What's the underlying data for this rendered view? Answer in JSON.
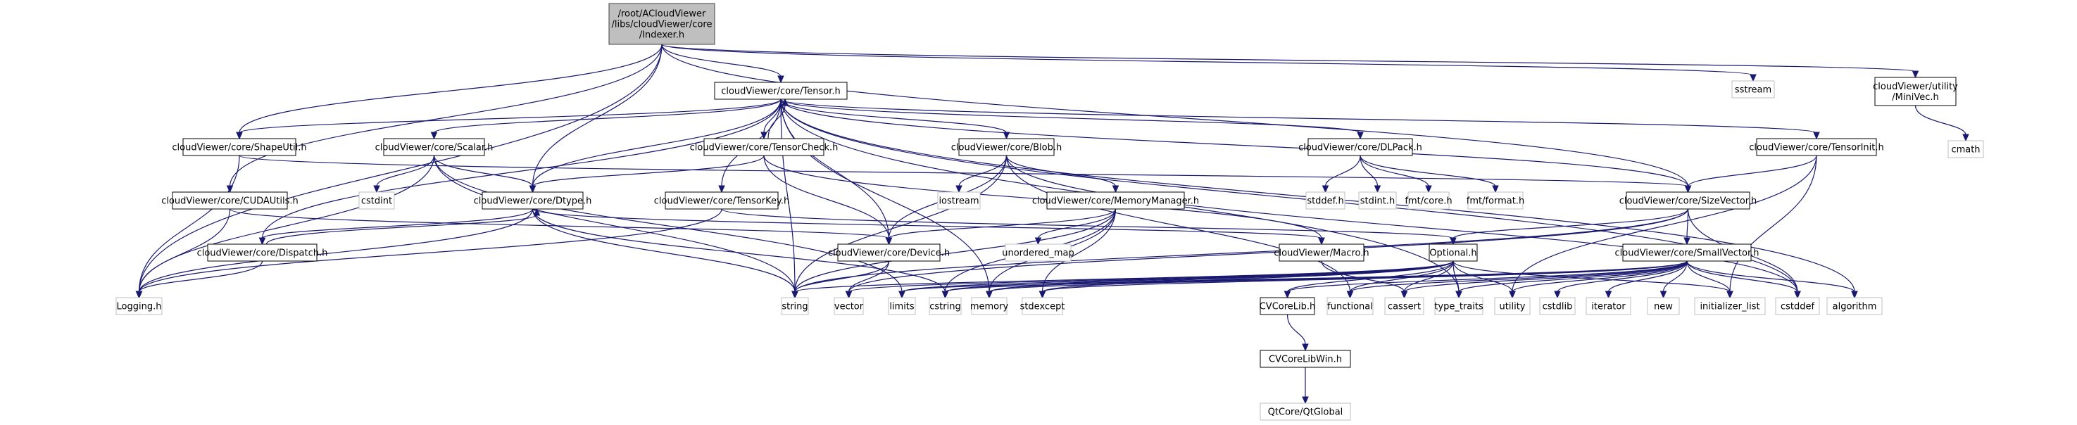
{
  "title": "Include dependency graph for Indexer.h",
  "colors": {
    "edge": "#191970",
    "root_fill": "#bfbfbf",
    "root_border": "#404040",
    "internal_border": "#000000",
    "external_border": "#bfbfbf",
    "node_fill": "#ffffff"
  },
  "nodes": [
    {
      "id": "indexer",
      "label": [
        "/root/ACloudViewer",
        "/libs/cloudViewer/core",
        "/Indexer.h"
      ],
      "kind": "root"
    },
    {
      "id": "tensor",
      "label": [
        "cloudViewer/core/Tensor.h"
      ],
      "kind": "internal"
    },
    {
      "id": "sstream",
      "label": [
        "sstream"
      ],
      "kind": "external"
    },
    {
      "id": "minivec",
      "label": [
        "cloudViewer/utility",
        "/MiniVec.h"
      ],
      "kind": "internal"
    },
    {
      "id": "cmath",
      "label": [
        "cmath"
      ],
      "kind": "external"
    },
    {
      "id": "shapeutil",
      "label": [
        "cloudViewer/core/ShapeUtil.h"
      ],
      "kind": "internal"
    },
    {
      "id": "scalar",
      "label": [
        "cloudViewer/core/Scalar.h"
      ],
      "kind": "internal"
    },
    {
      "id": "tensorcheck",
      "label": [
        "cloudViewer/core/TensorCheck.h"
      ],
      "kind": "internal"
    },
    {
      "id": "blob",
      "label": [
        "cloudViewer/core/Blob.h"
      ],
      "kind": "internal"
    },
    {
      "id": "dlpack",
      "label": [
        "cloudViewer/core/DLPack.h"
      ],
      "kind": "internal"
    },
    {
      "id": "tensorinit",
      "label": [
        "cloudViewer/core/TensorInit.h"
      ],
      "kind": "internal"
    },
    {
      "id": "cudautils",
      "label": [
        "cloudViewer/core/CUDAUtils.h"
      ],
      "kind": "internal"
    },
    {
      "id": "cstdint",
      "label": [
        "cstdint"
      ],
      "kind": "external"
    },
    {
      "id": "dtype",
      "label": [
        "cloudViewer/core/Dtype.h"
      ],
      "kind": "internal"
    },
    {
      "id": "tensorkey",
      "label": [
        "cloudViewer/core/TensorKey.h"
      ],
      "kind": "internal"
    },
    {
      "id": "iostream",
      "label": [
        "iostream"
      ],
      "kind": "external"
    },
    {
      "id": "memorymanager",
      "label": [
        "cloudViewer/core/MemoryManager.h"
      ],
      "kind": "internal"
    },
    {
      "id": "stddef_h",
      "label": [
        "stddef.h"
      ],
      "kind": "external"
    },
    {
      "id": "stdint_h",
      "label": [
        "stdint.h"
      ],
      "kind": "external"
    },
    {
      "id": "fmtcore",
      "label": [
        "fmt/core.h"
      ],
      "kind": "external"
    },
    {
      "id": "fmtformat",
      "label": [
        "fmt/format.h"
      ],
      "kind": "external"
    },
    {
      "id": "sizevector",
      "label": [
        "cloudViewer/core/SizeVector.h"
      ],
      "kind": "internal"
    },
    {
      "id": "dispatch",
      "label": [
        "cloudViewer/core/Dispatch.h"
      ],
      "kind": "internal"
    },
    {
      "id": "device",
      "label": [
        "cloudViewer/core/Device.h"
      ],
      "kind": "internal"
    },
    {
      "id": "unordered_map",
      "label": [
        "unordered_map"
      ],
      "kind": "external"
    },
    {
      "id": "macro",
      "label": [
        "cloudViewer/Macro.h"
      ],
      "kind": "internal"
    },
    {
      "id": "optional",
      "label": [
        "Optional.h"
      ],
      "kind": "internal"
    },
    {
      "id": "smallvector",
      "label": [
        "cloudViewer/core/SmallVector.h"
      ],
      "kind": "internal"
    },
    {
      "id": "logging",
      "label": [
        "Logging.h"
      ],
      "kind": "external"
    },
    {
      "id": "string",
      "label": [
        "string"
      ],
      "kind": "external"
    },
    {
      "id": "vector",
      "label": [
        "vector"
      ],
      "kind": "external"
    },
    {
      "id": "limits",
      "label": [
        "limits"
      ],
      "kind": "external"
    },
    {
      "id": "cstring",
      "label": [
        "cstring"
      ],
      "kind": "external"
    },
    {
      "id": "memory",
      "label": [
        "memory"
      ],
      "kind": "external"
    },
    {
      "id": "stdexcept",
      "label": [
        "stdexcept"
      ],
      "kind": "external"
    },
    {
      "id": "cvcorelib",
      "label": [
        "CVCoreLib.h"
      ],
      "kind": "internal"
    },
    {
      "id": "functional",
      "label": [
        "functional"
      ],
      "kind": "external"
    },
    {
      "id": "cassert",
      "label": [
        "cassert"
      ],
      "kind": "external"
    },
    {
      "id": "type_traits",
      "label": [
        "type_traits"
      ],
      "kind": "external"
    },
    {
      "id": "utility",
      "label": [
        "utility"
      ],
      "kind": "external"
    },
    {
      "id": "cstdlib",
      "label": [
        "cstdlib"
      ],
      "kind": "external"
    },
    {
      "id": "iterator",
      "label": [
        "iterator"
      ],
      "kind": "external"
    },
    {
      "id": "new",
      "label": [
        "new"
      ],
      "kind": "external"
    },
    {
      "id": "initializer_list",
      "label": [
        "initializer_list"
      ],
      "kind": "external"
    },
    {
      "id": "cstddef",
      "label": [
        "cstddef"
      ],
      "kind": "external"
    },
    {
      "id": "algorithm",
      "label": [
        "algorithm"
      ],
      "kind": "external"
    },
    {
      "id": "cvcorelibwin",
      "label": [
        "CVCoreLibWin.h"
      ],
      "kind": "internal"
    },
    {
      "id": "qtglobal",
      "label": [
        "QtCore/QtGlobal"
      ],
      "kind": "external"
    }
  ],
  "edges": [
    [
      "indexer",
      "tensor"
    ],
    [
      "indexer",
      "sstream"
    ],
    [
      "indexer",
      "minivec"
    ],
    [
      "indexer",
      "shapeutil"
    ],
    [
      "indexer",
      "cudautils"
    ],
    [
      "indexer",
      "dtype"
    ],
    [
      "indexer",
      "sizevector"
    ],
    [
      "indexer",
      "logging"
    ],
    [
      "minivec",
      "cmath"
    ],
    [
      "tensor",
      "shapeutil"
    ],
    [
      "tensor",
      "scalar"
    ],
    [
      "tensor",
      "tensorcheck"
    ],
    [
      "tensor",
      "blob"
    ],
    [
      "tensor",
      "dlpack"
    ],
    [
      "tensor",
      "tensorinit"
    ],
    [
      "tensor",
      "dtype"
    ],
    [
      "tensor",
      "tensorkey"
    ],
    [
      "tensor",
      "device"
    ],
    [
      "tensor",
      "sizevector"
    ],
    [
      "tensor",
      "dispatch"
    ],
    [
      "tensor",
      "string"
    ],
    [
      "tensor",
      "cstddef"
    ],
    [
      "tensor",
      "algorithm"
    ],
    [
      "tensor",
      "type_traits"
    ],
    [
      "tensor",
      "memory"
    ],
    [
      "tensorcheck",
      "tensor"
    ],
    [
      "tensorcheck",
      "dtype"
    ],
    [
      "tensorcheck",
      "device"
    ],
    [
      "tensorcheck",
      "macro"
    ],
    [
      "shapeutil",
      "logging"
    ],
    [
      "shapeutil",
      "sizevector"
    ],
    [
      "scalar",
      "cstdint"
    ],
    [
      "scalar",
      "dtype"
    ],
    [
      "scalar",
      "logging"
    ],
    [
      "scalar",
      "string"
    ],
    [
      "scalar",
      "limits"
    ],
    [
      "blob",
      "iostream"
    ],
    [
      "blob",
      "memorymanager"
    ],
    [
      "blob",
      "device"
    ],
    [
      "blob",
      "string"
    ],
    [
      "blob",
      "functional"
    ],
    [
      "blob",
      "cstddef"
    ],
    [
      "dlpack",
      "stddef_h"
    ],
    [
      "dlpack",
      "stdint_h"
    ],
    [
      "dlpack",
      "fmtcore"
    ],
    [
      "dlpack",
      "fmtformat"
    ],
    [
      "tensorinit",
      "sizevector"
    ],
    [
      "tensorinit",
      "initializer_list"
    ],
    [
      "tensorinit",
      "utility"
    ],
    [
      "cudautils",
      "logging"
    ],
    [
      "cudautils",
      "device"
    ],
    [
      "dtype",
      "dispatch"
    ],
    [
      "dtype",
      "logging"
    ],
    [
      "dtype",
      "string"
    ],
    [
      "dtype",
      "cstring"
    ],
    [
      "dtype",
      "macro"
    ],
    [
      "dispatch",
      "dtype"
    ],
    [
      "dispatch",
      "logging"
    ],
    [
      "tensorkey",
      "logging"
    ],
    [
      "tensorkey",
      "optional"
    ],
    [
      "memorymanager",
      "device"
    ],
    [
      "memorymanager",
      "unordered_map"
    ],
    [
      "memorymanager",
      "string"
    ],
    [
      "memorymanager",
      "memory"
    ],
    [
      "memorymanager",
      "stdexcept"
    ],
    [
      "memorymanager",
      "cstring"
    ],
    [
      "sizevector",
      "optional"
    ],
    [
      "sizevector",
      "smallvector"
    ],
    [
      "sizevector",
      "string"
    ],
    [
      "sizevector",
      "cstddef"
    ],
    [
      "sizevector",
      "vector"
    ],
    [
      "device",
      "string"
    ],
    [
      "device",
      "vector"
    ],
    [
      "macro",
      "cassert"
    ],
    [
      "optional",
      "string"
    ],
    [
      "optional",
      "limits"
    ],
    [
      "optional",
      "cstring"
    ],
    [
      "optional",
      "memory"
    ],
    [
      "optional",
      "stdexcept"
    ],
    [
      "optional",
      "cvcorelib"
    ],
    [
      "optional",
      "functional"
    ],
    [
      "optional",
      "cassert"
    ],
    [
      "optional",
      "type_traits"
    ],
    [
      "optional",
      "utility"
    ],
    [
      "optional",
      "initializer_list"
    ],
    [
      "optional",
      "vector"
    ],
    [
      "smallvector",
      "cvcorelib"
    ],
    [
      "smallvector",
      "functional"
    ],
    [
      "smallvector",
      "cassert"
    ],
    [
      "smallvector",
      "type_traits"
    ],
    [
      "smallvector",
      "utility"
    ],
    [
      "smallvector",
      "cstdlib"
    ],
    [
      "smallvector",
      "iterator"
    ],
    [
      "smallvector",
      "new"
    ],
    [
      "smallvector",
      "initializer_list"
    ],
    [
      "smallvector",
      "cstddef"
    ],
    [
      "smallvector",
      "algorithm"
    ],
    [
      "smallvector",
      "memory"
    ],
    [
      "smallvector",
      "cstring"
    ],
    [
      "smallvector",
      "limits"
    ],
    [
      "smallvector",
      "stdexcept"
    ],
    [
      "cvcorelib",
      "cvcorelibwin"
    ],
    [
      "cvcorelibwin",
      "qtglobal"
    ]
  ]
}
